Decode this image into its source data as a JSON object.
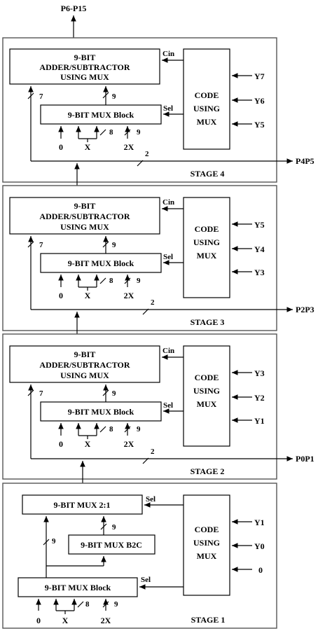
{
  "top_output": "P6-P15",
  "stages": [
    {
      "key": "s4",
      "label": "STAGE 4",
      "adder": [
        "9-BIT",
        "ADDER/SUBTRACTOR",
        "USING MUX"
      ],
      "mux_block": "9-BIT MUX Block",
      "code": [
        "CODE",
        "USING",
        "MUX"
      ],
      "cin": "Cin",
      "sel": "Sel",
      "bus_left": "7",
      "bus_mid": "9",
      "bus_8": "8",
      "bus_9": "9",
      "bus_out": "2",
      "inputs": [
        "0",
        "X",
        "2X"
      ],
      "y_inputs": [
        "Y7",
        "Y6",
        "Y5"
      ],
      "output": "P4P5"
    },
    {
      "key": "s3",
      "label": "STAGE 3",
      "adder": [
        "9-BIT",
        "ADDER/SUBTRACTOR",
        "USING  MUX"
      ],
      "mux_block": "9-BIT MUX Block",
      "code": [
        "CODE",
        "USING",
        "MUX"
      ],
      "cin": "Cin",
      "sel": "Sel",
      "bus_left": "7",
      "bus_mid": "9",
      "bus_8": "8",
      "bus_9": "9",
      "bus_out": "2",
      "inputs": [
        "0",
        "X",
        "2X"
      ],
      "y_inputs": [
        "Y5",
        "Y4",
        "Y3"
      ],
      "output": "P2P3"
    },
    {
      "key": "s2",
      "label": "STAGE 2",
      "adder": [
        "9-BIT",
        "ADDER/SUBTRACTOR",
        "USING  MUX"
      ],
      "mux_block": "9-BIT MUX Block",
      "code": [
        "CODE",
        "USING",
        "MUX"
      ],
      "cin": "Cin",
      "sel": "Sel",
      "bus_left": "7",
      "bus_mid": "9",
      "bus_8": "8",
      "bus_9": "9",
      "bus_out": "2",
      "inputs": [
        "0",
        "X",
        "2X"
      ],
      "y_inputs": [
        "Y3",
        "Y2",
        "Y1"
      ],
      "output": "P0P1"
    }
  ],
  "stage1": {
    "label": "STAGE 1",
    "mux21": "9-BIT MUX 2:1",
    "muxb2c": "9-BIT MUX B2C",
    "mux_block": "9-BIT MUX Block",
    "code": [
      "CODE",
      "USING",
      "MUX"
    ],
    "sel_top": "Sel",
    "sel_bottom": "Sel",
    "bus_left": "9",
    "bus_mid": "9",
    "bus_8": "8",
    "bus_9": "9",
    "inputs": [
      "0",
      "X",
      "2X"
    ],
    "y_inputs": [
      "Y1",
      "Y0",
      "0"
    ]
  }
}
